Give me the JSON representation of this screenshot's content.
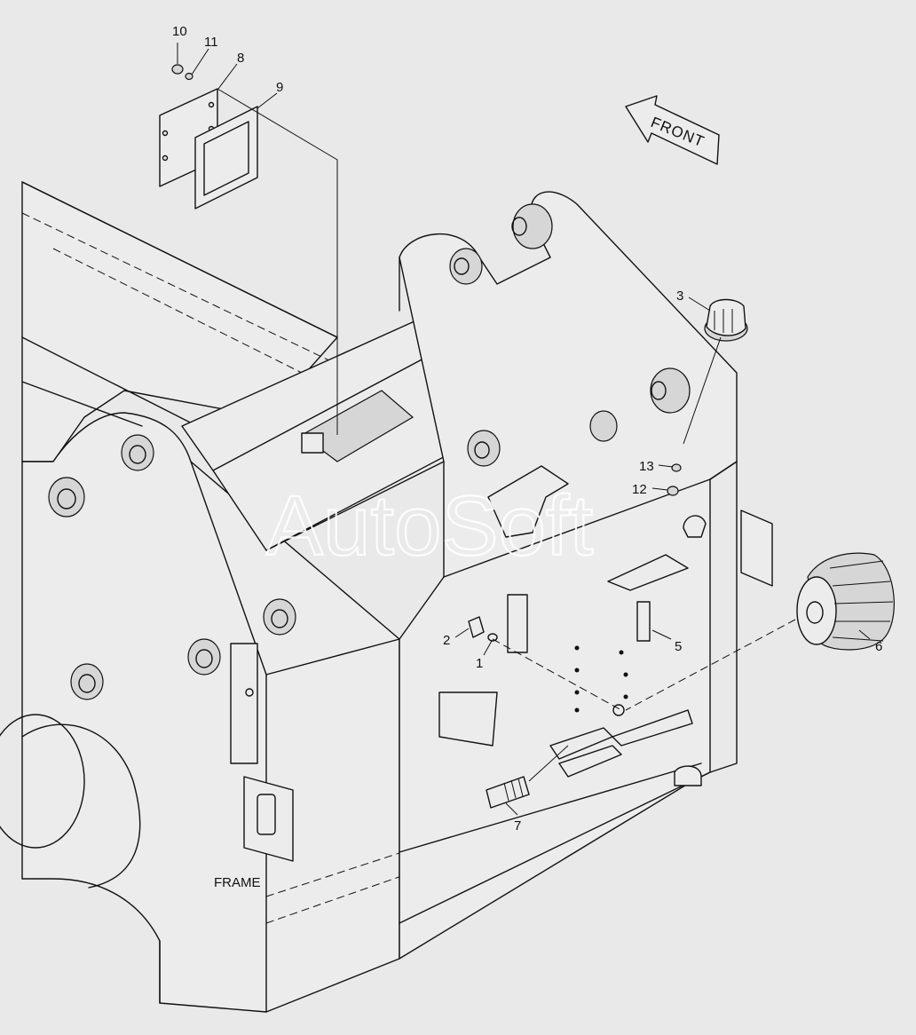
{
  "diagram": {
    "watermark": "AutoSoft",
    "front_arrow_label": "FRONT",
    "frame_label": "FRAME",
    "callouts": [
      {
        "id": "10",
        "text": "10"
      },
      {
        "id": "11",
        "text": "11"
      },
      {
        "id": "8",
        "text": "8"
      },
      {
        "id": "9",
        "text": "9"
      },
      {
        "id": "3",
        "text": "3"
      },
      {
        "id": "13",
        "text": "13"
      },
      {
        "id": "12",
        "text": "12"
      },
      {
        "id": "2",
        "text": "2"
      },
      {
        "id": "1",
        "text": "1"
      },
      {
        "id": "5",
        "text": "5"
      },
      {
        "id": "6",
        "text": "6"
      },
      {
        "id": "7",
        "text": "7"
      }
    ]
  }
}
